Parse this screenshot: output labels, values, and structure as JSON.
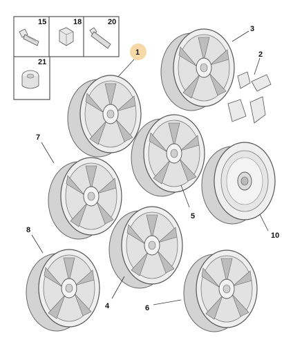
{
  "callouts": {
    "c1": "1",
    "c2": "2",
    "c3": "3",
    "c4": "4",
    "c5": "5",
    "c6": "6",
    "c7": "7",
    "c8": "8",
    "c10": "10"
  },
  "hardware_box": {
    "c15": "15",
    "c18": "18",
    "c20": "20",
    "c21": "21"
  },
  "colors": {
    "highlight": "#f6d9a6",
    "rim_light": "#f1f1f1",
    "rim_shade": "#c9c9c9",
    "outline": "#555555"
  }
}
